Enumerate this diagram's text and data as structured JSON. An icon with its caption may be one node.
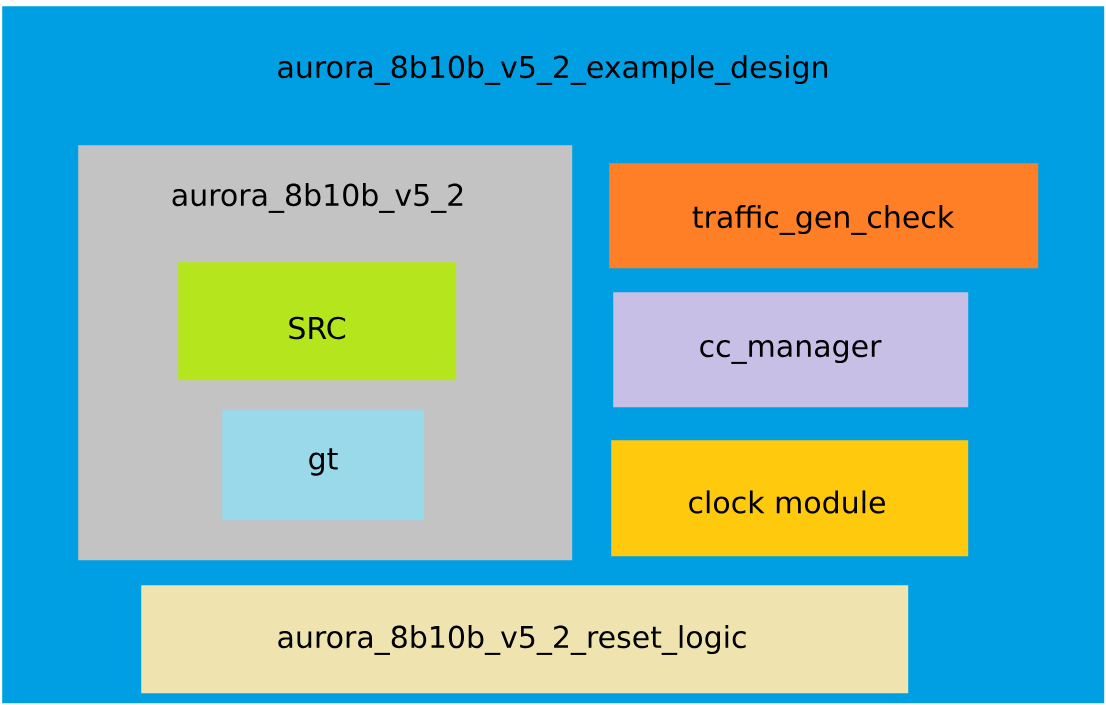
{
  "diagram": {
    "nodes": [
      {
        "text": [
          "aurora_8b10b_v5_2_example_design"
        ]
      },
      {
        "text": [
          "aurora_8b10b_v5_2"
        ],
        "in": 0
      },
      {
        "text": [
          "SRC"
        ],
        "in": 1
      },
      {
        "text": [
          "gt"
        ],
        "in": 1
      },
      {
        "text": [
          "traffic_gen_check"
        ],
        "in": 0
      },
      {
        "text": [
          "cc_manager"
        ],
        "in": 0
      },
      {
        "text": [
          "clock module"
        ],
        "in": 0
      },
      {
        "text": [
          "aurora_8b10b_v5_2_reset_logic"
        ],
        "in": 0
      }
    ]
  }
}
